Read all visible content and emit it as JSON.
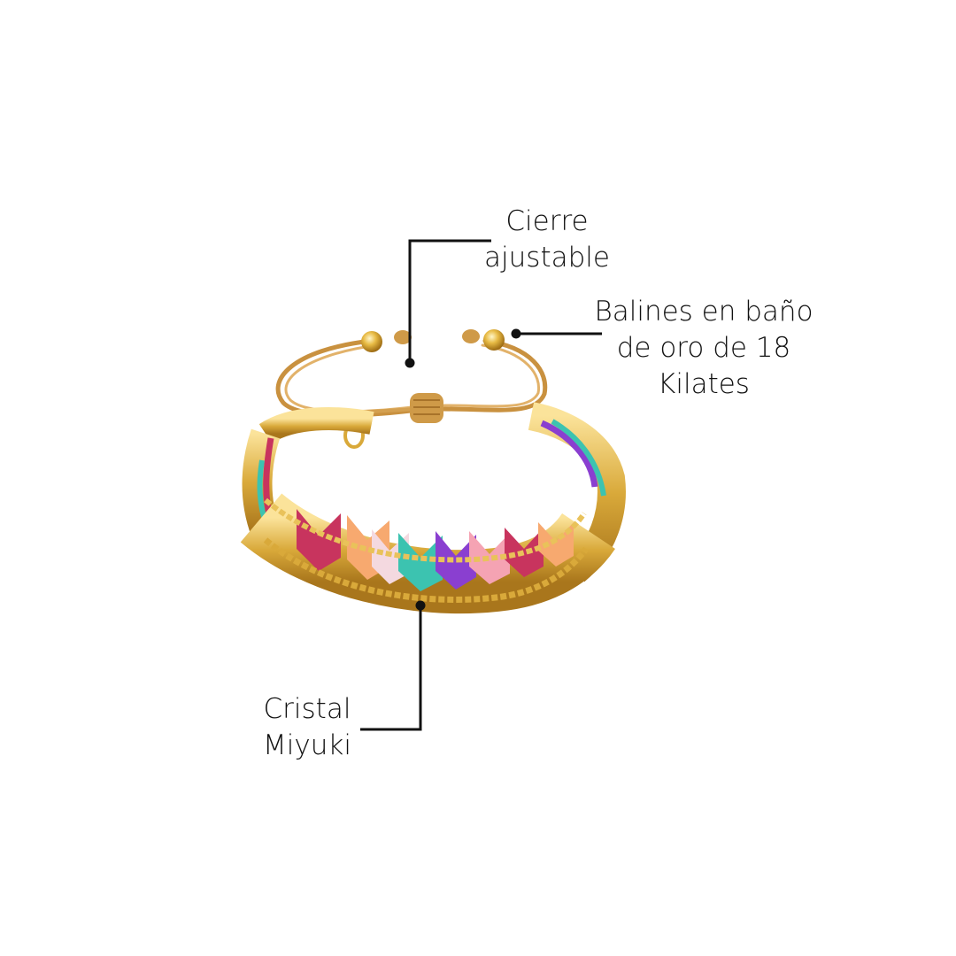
{
  "product": {
    "type": "beaded bracelet",
    "colors": {
      "gold": "#d9a93a",
      "cord": "#d8a45a",
      "magenta": "#c8345e",
      "peach": "#f7a96f",
      "pink": "#f5a3b3",
      "blush": "#f4d9e0",
      "turquoise": "#3cc3b0",
      "purple": "#8a3fd0",
      "line": "#111111",
      "background": "#ffffff"
    }
  },
  "callouts": [
    {
      "id": "cierre",
      "lines": [
        "Cierre",
        "ajustable"
      ],
      "dot": [
        463,
        410
      ]
    },
    {
      "id": "balines",
      "lines": [
        "Balines en baño",
        "de oro de 18",
        "Kilates"
      ],
      "dot": [
        583,
        377
      ]
    },
    {
      "id": "cristal",
      "lines": [
        "Cristal",
        "Miyuki"
      ],
      "dot": [
        475,
        684
      ]
    }
  ]
}
